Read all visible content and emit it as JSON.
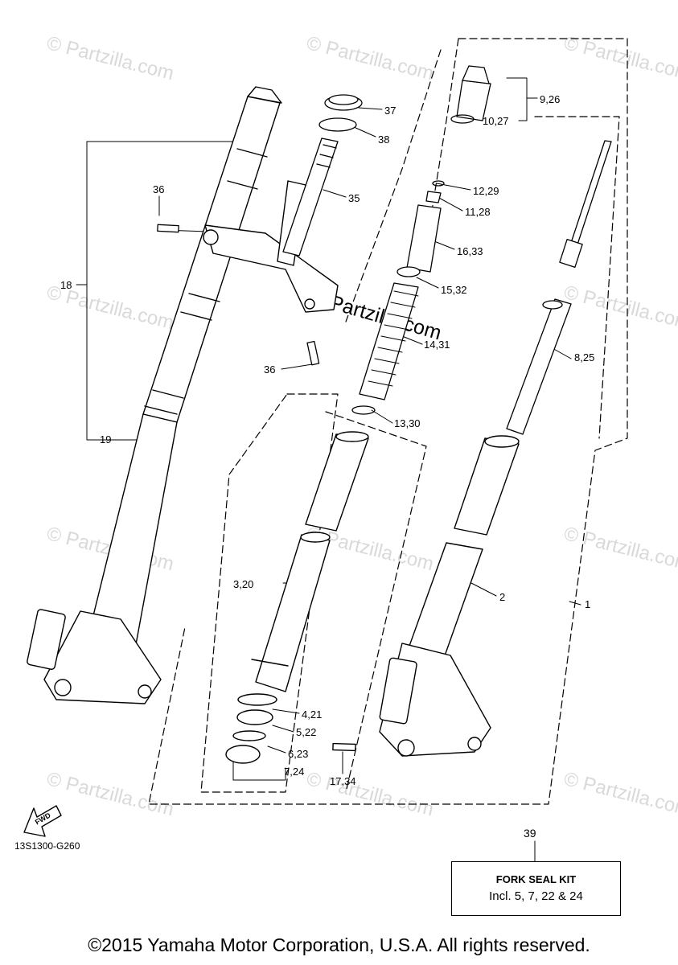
{
  "watermark": {
    "text": "© Partzilla.com",
    "center_text": "© Partzilla.com"
  },
  "callouts": [
    {
      "id": "c37",
      "label": "37"
    },
    {
      "id": "c38",
      "label": "38"
    },
    {
      "id": "c35",
      "label": "35"
    },
    {
      "id": "c36a",
      "label": "36"
    },
    {
      "id": "c36b",
      "label": "36"
    },
    {
      "id": "c18",
      "label": "18"
    },
    {
      "id": "c19",
      "label": "19"
    },
    {
      "id": "c9",
      "label": "9,26"
    },
    {
      "id": "c10",
      "label": "10,27"
    },
    {
      "id": "c12",
      "label": "12,29"
    },
    {
      "id": "c11",
      "label": "11,28"
    },
    {
      "id": "c16",
      "label": "16,33"
    },
    {
      "id": "c15",
      "label": "15,32"
    },
    {
      "id": "c14",
      "label": "14,31"
    },
    {
      "id": "c8",
      "label": "8,25"
    },
    {
      "id": "c13",
      "label": "13,30"
    },
    {
      "id": "c3",
      "label": "3,20"
    },
    {
      "id": "c2",
      "label": "2"
    },
    {
      "id": "c1",
      "label": "1"
    },
    {
      "id": "c4",
      "label": "4,21"
    },
    {
      "id": "c5",
      "label": "5,22"
    },
    {
      "id": "c6",
      "label": "6,23"
    },
    {
      "id": "c7",
      "label": "7,24"
    },
    {
      "id": "c17",
      "label": "17,34"
    }
  ],
  "fwd_label": "FWD",
  "diagram_code": "13S1300-G260",
  "kit": {
    "number": "39",
    "title": "FORK SEAL KIT",
    "detail": "Incl. 5, 7, 22 & 24"
  },
  "copyright": "©2015 Yamaha Motor Corporation, U.S.A. All rights reserved."
}
